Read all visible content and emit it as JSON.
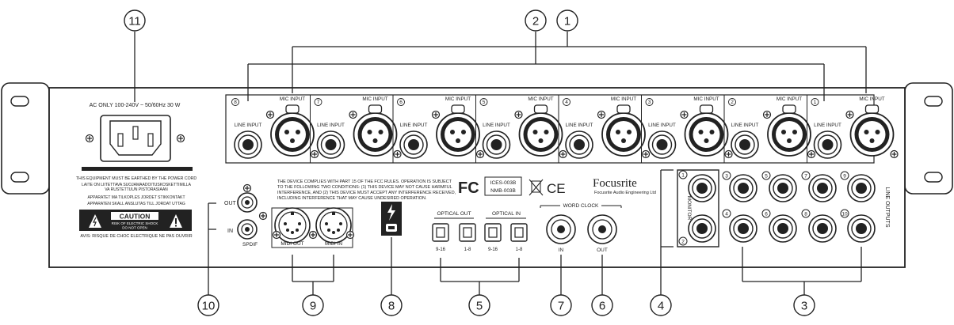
{
  "callouts": {
    "c1": "1",
    "c2": "2",
    "c3": "3",
    "c4": "4",
    "c5": "5",
    "c6": "6",
    "c7": "7",
    "c8": "8",
    "c9": "9",
    "c10": "10",
    "c11": "11"
  },
  "power": {
    "rating": "AC ONLY 100-240V ~ 50/60Hz 30 W",
    "earth_note": "THIS EQUIPMENT MUST BE EARTHED BY THE POWER CORD",
    "fi_line1": "LAITE ON LIITETTAVA SUOJAMAADOITUSKOSKETTIMILLA",
    "fi_line2": "VA RUSTETTUUN PISTORASIAAN",
    "no_note": "APPARATET MA TILKOPLES JORDET STIKKONTAKT",
    "se_note": "APPARATEN SKALL ANSLUTAS TILL JORDAT UTTAG",
    "caution_title": "CAUTION",
    "caution_line1": "RISK OF ELECTRIC SHOCK",
    "caution_line2": "DO NOT OPEN",
    "avis": "AVIS: RISQUE DE CHOC ELECTRIQUE NE PAS OUVRIR"
  },
  "channels": [
    {
      "num": "8",
      "line": "LINE INPUT",
      "mic": "MIC INPUT"
    },
    {
      "num": "7",
      "line": "LINE INPUT",
      "mic": "MIC INPUT"
    },
    {
      "num": "6",
      "line": "LINE INPUT",
      "mic": "MIC INPUT"
    },
    {
      "num": "5",
      "line": "LINE INPUT",
      "mic": "MIC INPUT"
    },
    {
      "num": "4",
      "line": "LINE INPUT",
      "mic": "MIC INPUT"
    },
    {
      "num": "3",
      "line": "LINE INPUT",
      "mic": "MIC INPUT"
    },
    {
      "num": "2",
      "line": "LINE INPUT",
      "mic": "MIC INPUT"
    },
    {
      "num": "1",
      "line": "LINE INPUT",
      "mic": "MIC INPUT"
    }
  ],
  "fcc": {
    "line1": "THE DEVICE COMPLIES WITH PART 15 OF THE FCC RULES. OPERATION IS SUBJECT",
    "line2": "TO THE FOLLOWING TWO CONDITIONS: (1) THIS DEVICE MAY NOT CAUSE HARMFUL",
    "line3": "INTERFERENCE, AND (2) THIS DEVICE MUST ACCEPT ANY INTERFERENCE RECEIVED,",
    "line4": "INCLUDING INTERFERENCE THAT MAY CAUSE UNDESIRED OPERATION.",
    "ices": "ICES-003B",
    "nmb": "NMB-003B",
    "fc_logo": "FC",
    "ce_logo": "CE"
  },
  "brand": {
    "name": "Focusrite",
    "sub": "Focusrite Audio Engineering Ltd"
  },
  "spdif": {
    "out": "OUT",
    "in": "IN",
    "label": "SPDIF"
  },
  "midi": {
    "out": "MIDI OUT",
    "in": "MIDI IN"
  },
  "optical": {
    "out_label": "OPTICAL OUT",
    "in_label": "OPTICAL IN",
    "out_a": "9-16",
    "out_b": "1-8",
    "in_a": "9-16",
    "in_b": "1-8"
  },
  "wordclock": {
    "label": "WORD CLOCK",
    "in": "IN",
    "out": "OUT"
  },
  "monitor": {
    "label": "MONITOR",
    "m1": "1",
    "m2": "2"
  },
  "line_outputs": {
    "label": "LINE OUTPUTS",
    "top": [
      "3",
      "5",
      "7",
      "9"
    ],
    "bottom": [
      "4",
      "6",
      "8",
      "10"
    ]
  },
  "icons": {
    "thunderbolt": "thunderbolt-port-icon",
    "iec": "power-socket-icon",
    "warning": "warning-triangle-icon",
    "weee": "crossed-bin-icon"
  }
}
